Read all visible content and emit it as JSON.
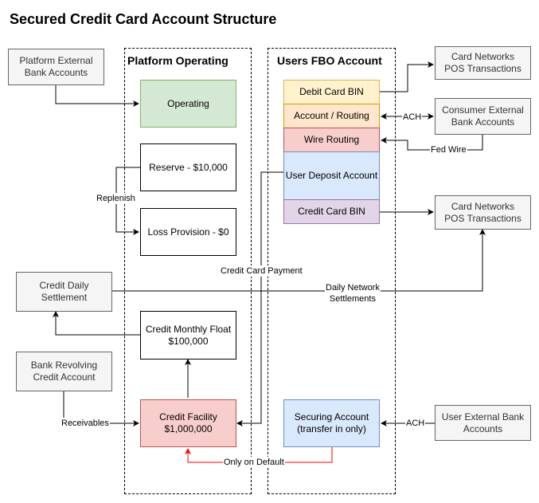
{
  "title": "Secured Credit Card Account Structure",
  "groups": {
    "platform_operating": "Platform Operating",
    "users_fbo": "Users FBO Account"
  },
  "nodes": {
    "platform_external": "Platform External\nBank Accounts",
    "operating": "Operating",
    "reserve": "Reserve - $10,000",
    "loss_provision": "Loss Provision - $0",
    "credit_daily_settlement": "Credit Daily\nSettlement",
    "credit_monthly_float": "Credit Monthly Float\n$100,000",
    "bank_revolving": "Bank Revolving\nCredit Account",
    "credit_facility": "Credit Facility\n$1,000,000",
    "debit_card_bin": "Debit Card BIN",
    "account_routing": "Account / Routing",
    "wire_routing": "Wire Routing",
    "user_deposit": "User Deposit Account",
    "credit_card_bin": "Credit Card BIN",
    "securing_account": "Securing Account\n(transfer in only)",
    "card_networks_top": "Card Networks\nPOS Transactions",
    "consumer_external": "Consumer External\nBank Accounts",
    "card_networks_mid": "Card Networks\nPOS Transactions",
    "user_external": "User External Bank\nAccounts"
  },
  "edge_labels": {
    "replenish": "Replenish",
    "credit_card_payment": "Credit Card Payment",
    "daily_network_settlements": "Daily Network\nSettlements",
    "receivables": "Receivables",
    "only_on_default": "Only on Default",
    "ach_top": "ACH",
    "fed_wire": "Fed Wire",
    "ach_bottom": "ACH"
  },
  "colors": {
    "default_arrow": "#000000",
    "default_edge": "#ff0000"
  }
}
